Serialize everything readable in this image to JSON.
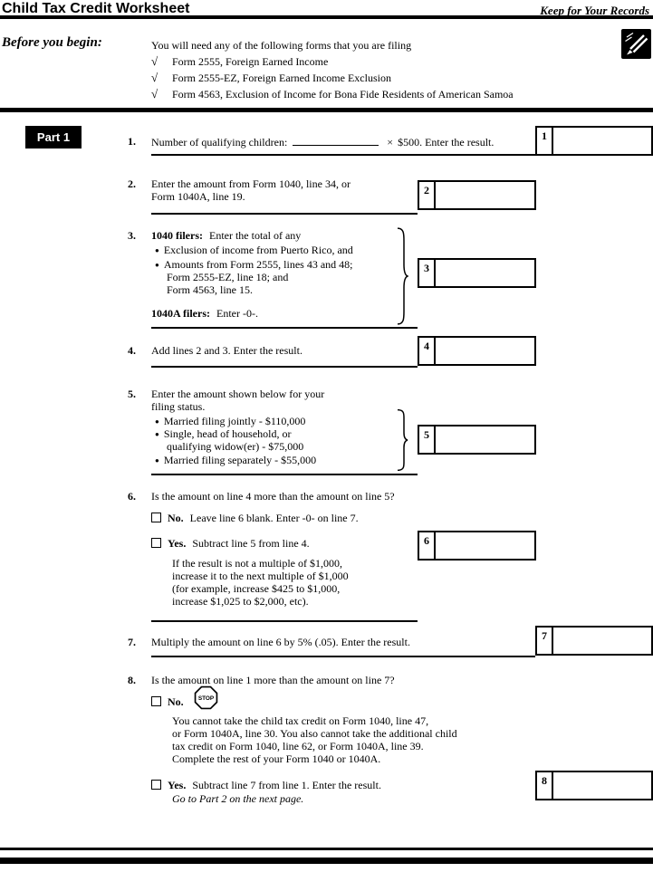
{
  "glyphs": {
    "check": "√",
    "bullet": "●",
    "multiply": "×"
  },
  "header": {
    "title": "Child Tax Credit Worksheet",
    "keep_note": "Keep for Your Records"
  },
  "before": {
    "label": "Before you begin:",
    "intro": "You will need any of the following forms that you are filing",
    "forms": [
      "Form 2555, Foreign Earned Income",
      "Form 2555-EZ, Foreign Earned Income Exclusion",
      "Form 4563, Exclusion of Income for Bona Fide Residents of American Samoa"
    ]
  },
  "part1": {
    "label": "Part 1"
  },
  "line1": {
    "num": "1.",
    "label": "Number of qualifying children:",
    "after_blank": "$500. Enter the result.",
    "box_num": "1",
    "box_value": ""
  },
  "line2": {
    "num": "2.",
    "lines": [
      "Enter the amount from Form 1040, line 34, or",
      "Form 1040A, line 19."
    ],
    "box_num": "2",
    "box_value": ""
  },
  "line3": {
    "num": "3.",
    "head_bold": "1040 filers:",
    "head_rest": "Enter the total of any",
    "bullet1": "Exclusion of income from Puerto Rico, and",
    "bullet2_lines": [
      "Amounts from Form 2555, lines 43 and 48;",
      "Form 2555-EZ, line 18; and",
      "Form 4563, line 15."
    ],
    "foot_bold": "1040A filers:",
    "foot_rest": "Enter -0-.",
    "box_num": "3",
    "box_value": ""
  },
  "line4": {
    "num": "4.",
    "text": "Add lines 2 and 3. Enter the result.",
    "box_num": "4",
    "box_value": ""
  },
  "line5": {
    "num": "5.",
    "head_lines": [
      "Enter the amount shown below for your",
      "filing status."
    ],
    "bullet1": "Married filing jointly - $110,000",
    "bullet2_lines": [
      "Single, head of household, or",
      "qualifying widow(er) - $75,000"
    ],
    "bullet3": "Married filing separately - $55,000",
    "box_num": "5",
    "box_value": ""
  },
  "line6": {
    "num": "6.",
    "question": "Is the amount on line 4 more than the amount on line 5?",
    "no_bold": "No.",
    "no_rest": "Leave line 6 blank. Enter -0- on line 7.",
    "yes_bold": "Yes.",
    "yes_rest": "Subtract line 5 from line 4.",
    "note_lines": [
      "If the result is not a multiple of $1,000,",
      "increase it to the next multiple of $1,000",
      "(for example, increase $425 to $1,000,",
      "increase $1,025 to $2,000, etc)."
    ],
    "box_num": "6",
    "box_value": ""
  },
  "line7": {
    "num": "7.",
    "text": "Multiply the amount on line 6 by 5% (.05). Enter the result.",
    "box_num": "7",
    "box_value": ""
  },
  "line8": {
    "num": "8.",
    "question": "Is the amount on line 1 more than the amount on line 7?",
    "no_bold": "No.",
    "stop_label": "STOP",
    "stop_lines": [
      "You cannot take the child tax credit on Form 1040, line 47,",
      "or Form 1040A, line 30. You also cannot take the additional child",
      "tax credit on Form 1040, line 62, or Form 1040A, line 39.",
      "Complete the rest of your Form 1040 or 1040A."
    ],
    "yes_bold": "Yes.",
    "yes_rest": "Subtract line 7 from line 1. Enter the result.",
    "goto": "Go to Part 2 on the next page.",
    "box_num": "8",
    "box_value": ""
  }
}
